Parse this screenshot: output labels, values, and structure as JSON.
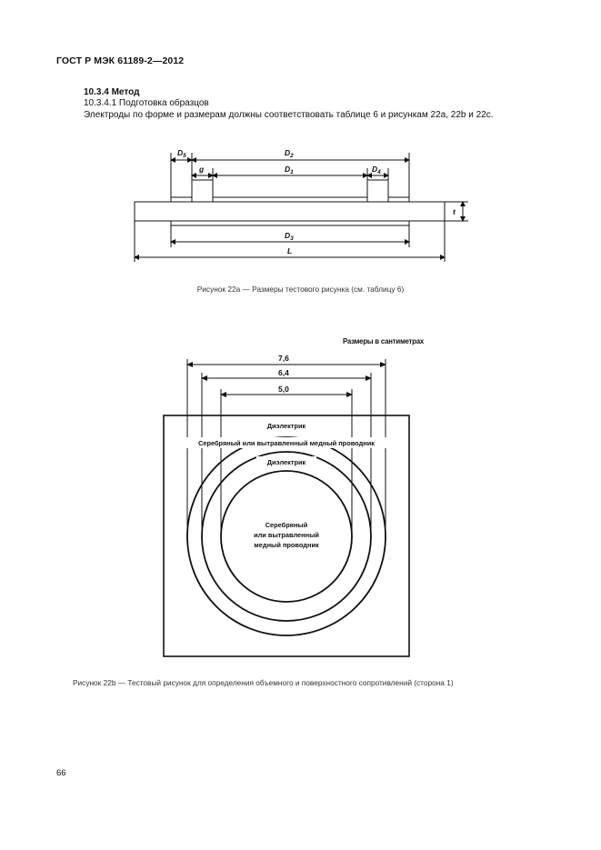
{
  "header": {
    "standard": "ГОСТ Р МЭК 61189-2—2012"
  },
  "section": {
    "title": "10.3.4 Метод",
    "subtitle": "10.3.4.1 Подготовка образцов",
    "text": "Электроды по форме и размерам должны соответствовать таблице 6 и рисункам 22а, 22b и 22с."
  },
  "figure_a": {
    "labels": {
      "d5": "D5",
      "d2": "D2",
      "g": "g",
      "d1": "D1",
      "d4": "D4",
      "d3": "D3",
      "l": "L",
      "t": "t"
    },
    "caption": "Рисунок 22а — Размеры тестового рисунка (см. таблицу 6)"
  },
  "figure_b": {
    "units": "Размеры в сантиметрах",
    "dims": {
      "outer": "7,6",
      "middle": "6,4",
      "inner": "5,0"
    },
    "labels": {
      "dielectric_top": "Диэлектрик",
      "ring_conductor": "Серебряный или вытравленный медный проводник",
      "dielectric_mid": "Диэлектрик",
      "center_line1": "Серебряный",
      "center_line2": "или вытравленный",
      "center_line3": "медный проводник"
    },
    "caption": "Рисунок 22b — Тестовый рисунок для определения объемного и поверхностного сопротивлений (сторона 1)"
  },
  "page": {
    "number": "66"
  }
}
